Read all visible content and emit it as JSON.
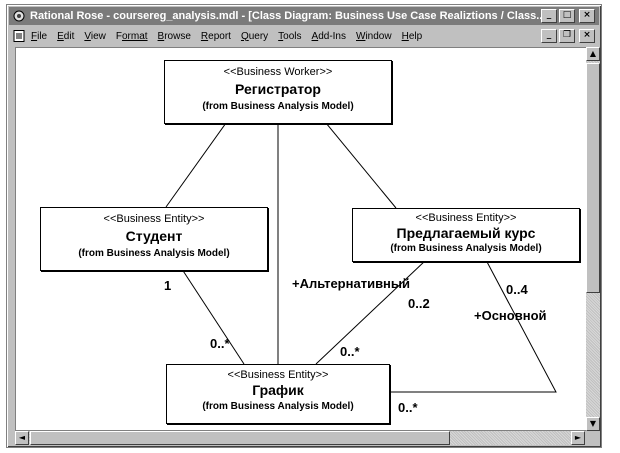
{
  "window": {
    "title": "Rational Rose - coursereg_analysis.mdl - [Class Diagram: Business Use Case Realiztions / Class...",
    "controls": {
      "minimize": "_",
      "maximize": "□",
      "close": "×"
    },
    "mdi_controls": {
      "minimize": "_",
      "restore": "❐",
      "close": "×"
    }
  },
  "menu": {
    "items": [
      {
        "first": "F",
        "rest": "ile"
      },
      {
        "first": "E",
        "rest": "dit"
      },
      {
        "first": "V",
        "rest": "iew"
      },
      {
        "first": "F",
        "rest": "ormat"
      },
      {
        "first": "B",
        "rest": "rowse"
      },
      {
        "first": "R",
        "rest": "eport"
      },
      {
        "first": "Q",
        "rest": "uery"
      },
      {
        "first": "T",
        "rest": "ools"
      },
      {
        "first": "A",
        "rest": "dd-Ins"
      },
      {
        "first": "W",
        "rest": "indow"
      },
      {
        "first": "H",
        "rest": "elp"
      }
    ]
  },
  "diagram": {
    "classes": {
      "registrar": {
        "stereotype": "<<Business Worker>>",
        "name": "Регистратор",
        "from": "(from Business Analysis Model)"
      },
      "student": {
        "stereotype": "<<Business Entity>>",
        "name": "Студент",
        "from": "(from Business Analysis Model)"
      },
      "course": {
        "stereotype": "<<Business Entity>>",
        "name": "Предлагаемый курс",
        "from": "(from Business Analysis Model)"
      },
      "schedule": {
        "stereotype": "<<Business Entity>>",
        "name": "График",
        "from": "(from Business Analysis Model)"
      }
    },
    "labels": {
      "student_mult": "1",
      "schedule_student_mult": "0..*",
      "alt_role": "+Альтернативный",
      "alt_mult": "0..2",
      "schedule_course_mult": "0..*",
      "primary_mult": "0..4",
      "primary_role": "+Основной",
      "schedule_primary_mult": "0..*"
    }
  },
  "scroll": {
    "up": "▲",
    "down": "▼",
    "left": "◄",
    "right": "►"
  }
}
